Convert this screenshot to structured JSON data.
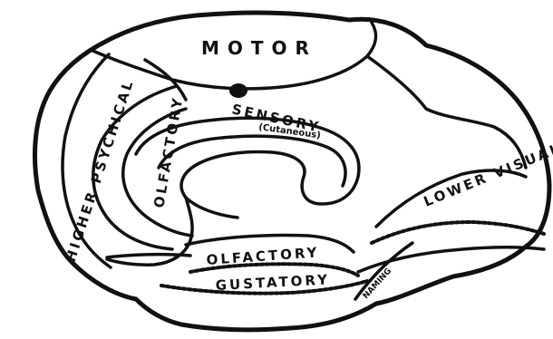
{
  "labels": {
    "motor": "MOTOR",
    "sensory": "SENSORY",
    "sensory_sub": "(Cutaneous)",
    "higher_psychical": "HIGHER PSYCHICAL",
    "olfactory_upper": "OLFACTORY",
    "olfactory_lower": "OLFACTORY",
    "gustatory": "GUSTATORY",
    "lower_visual": "LOWER VISUAL",
    "naming": "NAMING"
  },
  "colors": {
    "ink": "#111111",
    "paper": "#ffffff"
  }
}
